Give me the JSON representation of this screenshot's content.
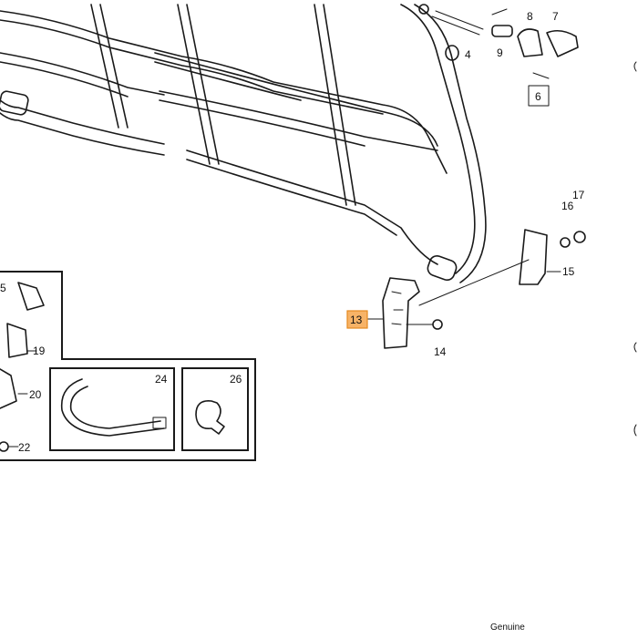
{
  "labels": {
    "p4": "4",
    "p6": "6",
    "p7": "7",
    "p8": "8",
    "p9": "9",
    "p13": "13",
    "p14": "14",
    "p15": "15",
    "p16": "16",
    "p17": "17",
    "p19": "19",
    "p20": "20",
    "p22": "22",
    "p24": "24",
    "p26": "26",
    "p5": "5"
  },
  "highlighted_part": "13",
  "footer": "Genuine",
  "colors": {
    "highlight_fill": "#f7b367",
    "highlight_border": "#e58a1f",
    "line": "#1a1a1a"
  }
}
